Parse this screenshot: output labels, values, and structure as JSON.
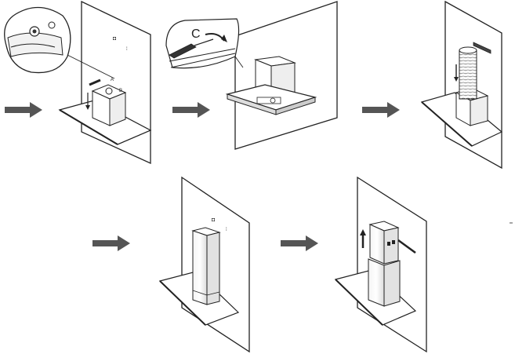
{
  "diagram": {
    "type": "installation-sequence",
    "steps": [
      {
        "id": "step-1",
        "callouts": [
          "A",
          "B"
        ]
      },
      {
        "id": "step-2",
        "callouts": [
          "C"
        ]
      },
      {
        "id": "step-3",
        "callouts": []
      },
      {
        "id": "step-4",
        "callouts": []
      },
      {
        "id": "step-5",
        "callouts": []
      }
    ],
    "colors": {
      "line": "#222222",
      "arrow": "#555555",
      "panel": "#ffffff"
    }
  },
  "labels": {
    "callout_a": "A",
    "callout_b": "B",
    "callout_c": "C"
  }
}
